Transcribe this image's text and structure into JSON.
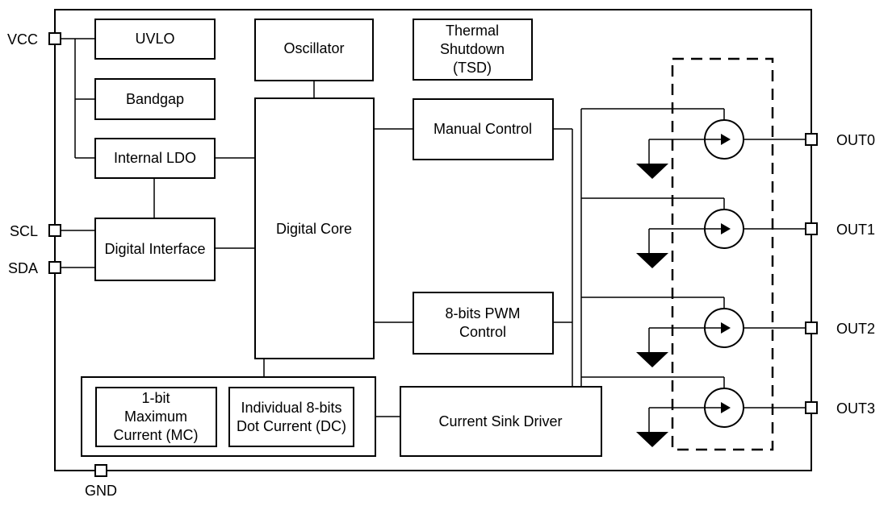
{
  "colors": {
    "line": "#000000",
    "fill": "#ffffff"
  },
  "pins": {
    "vcc": "VCC",
    "scl": "SCL",
    "sda": "SDA",
    "gnd": "GND",
    "outputs": [
      "OUT0",
      "OUT1",
      "OUT2",
      "OUT3"
    ]
  },
  "blocks": {
    "uvlo": "UVLO",
    "bandgap": "Bandgap",
    "internal_ldo": "Internal LDO",
    "digital_interface": "Digital Interface",
    "oscillator": "Oscillator",
    "digital_core": "Digital Core",
    "thermal_shutdown": [
      "Thermal",
      "Shutdown",
      "(TSD)"
    ],
    "manual_control": "Manual Control",
    "pwm_control": [
      "8-bits PWM",
      "Control"
    ],
    "max_current": [
      "1-bit",
      "Maximum",
      "Current (MC)"
    ],
    "dot_current": [
      "Individual 8-bits",
      "Dot Current (DC)"
    ],
    "current_sink_driver": "Current Sink Driver"
  },
  "icons": {
    "current_source": "current-source-icon",
    "ground": "ground-triangle-icon"
  }
}
